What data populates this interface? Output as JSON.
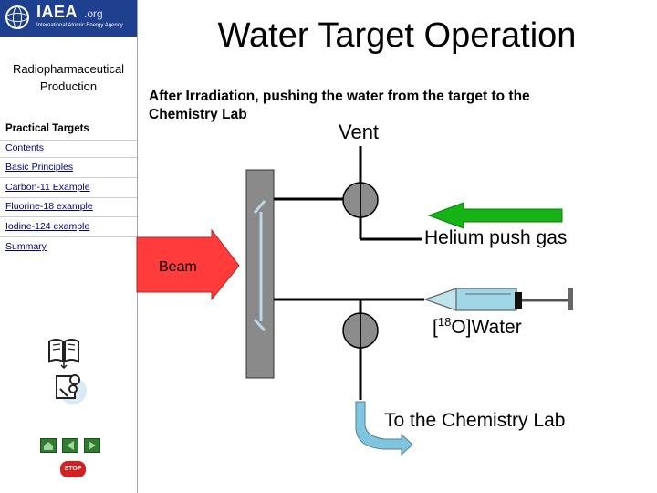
{
  "logo": {
    "name": "IAEA",
    "suffix": ".org",
    "tagline": "International Atomic Energy Agency"
  },
  "sidebar": {
    "section_title": "Radiopharmaceutical Production",
    "current_page": "Practical Targets",
    "items": [
      {
        "label": "Contents"
      },
      {
        "label": "Basic Principles"
      },
      {
        "label": "Carbon-11 Example"
      },
      {
        "label": "Fluorine-18 example"
      },
      {
        "label": "Iodine-124 example"
      },
      {
        "label": "Summary"
      }
    ],
    "icons": [
      "book-icon",
      "tools-icon"
    ],
    "nav_buttons": [
      "home-icon",
      "back-arrow-icon",
      "forward-arrow-icon"
    ],
    "stop_label": "STOP"
  },
  "main": {
    "title": "Water Target Operation",
    "subtitle": "After Irradiation, pushing the water from the target to the Chemistry Lab",
    "diagram": {
      "vent_label": "Vent",
      "helium_label": "Helium push gas",
      "beam_label": "Beam",
      "water_prefix": "[",
      "water_isotope": "18",
      "water_suffix": "O]Water",
      "chem_label": "To the Chemistry Lab"
    }
  },
  "colors": {
    "logo_bar": "#1f3f8f",
    "beam_arrow": "#ff3b3b",
    "helium_arrow": "#16b316",
    "valve": "#8c8c8c",
    "target_block": "#8a8a8a",
    "syringe": "#9fd7e6",
    "output_pipe": "#7ec6e0"
  }
}
